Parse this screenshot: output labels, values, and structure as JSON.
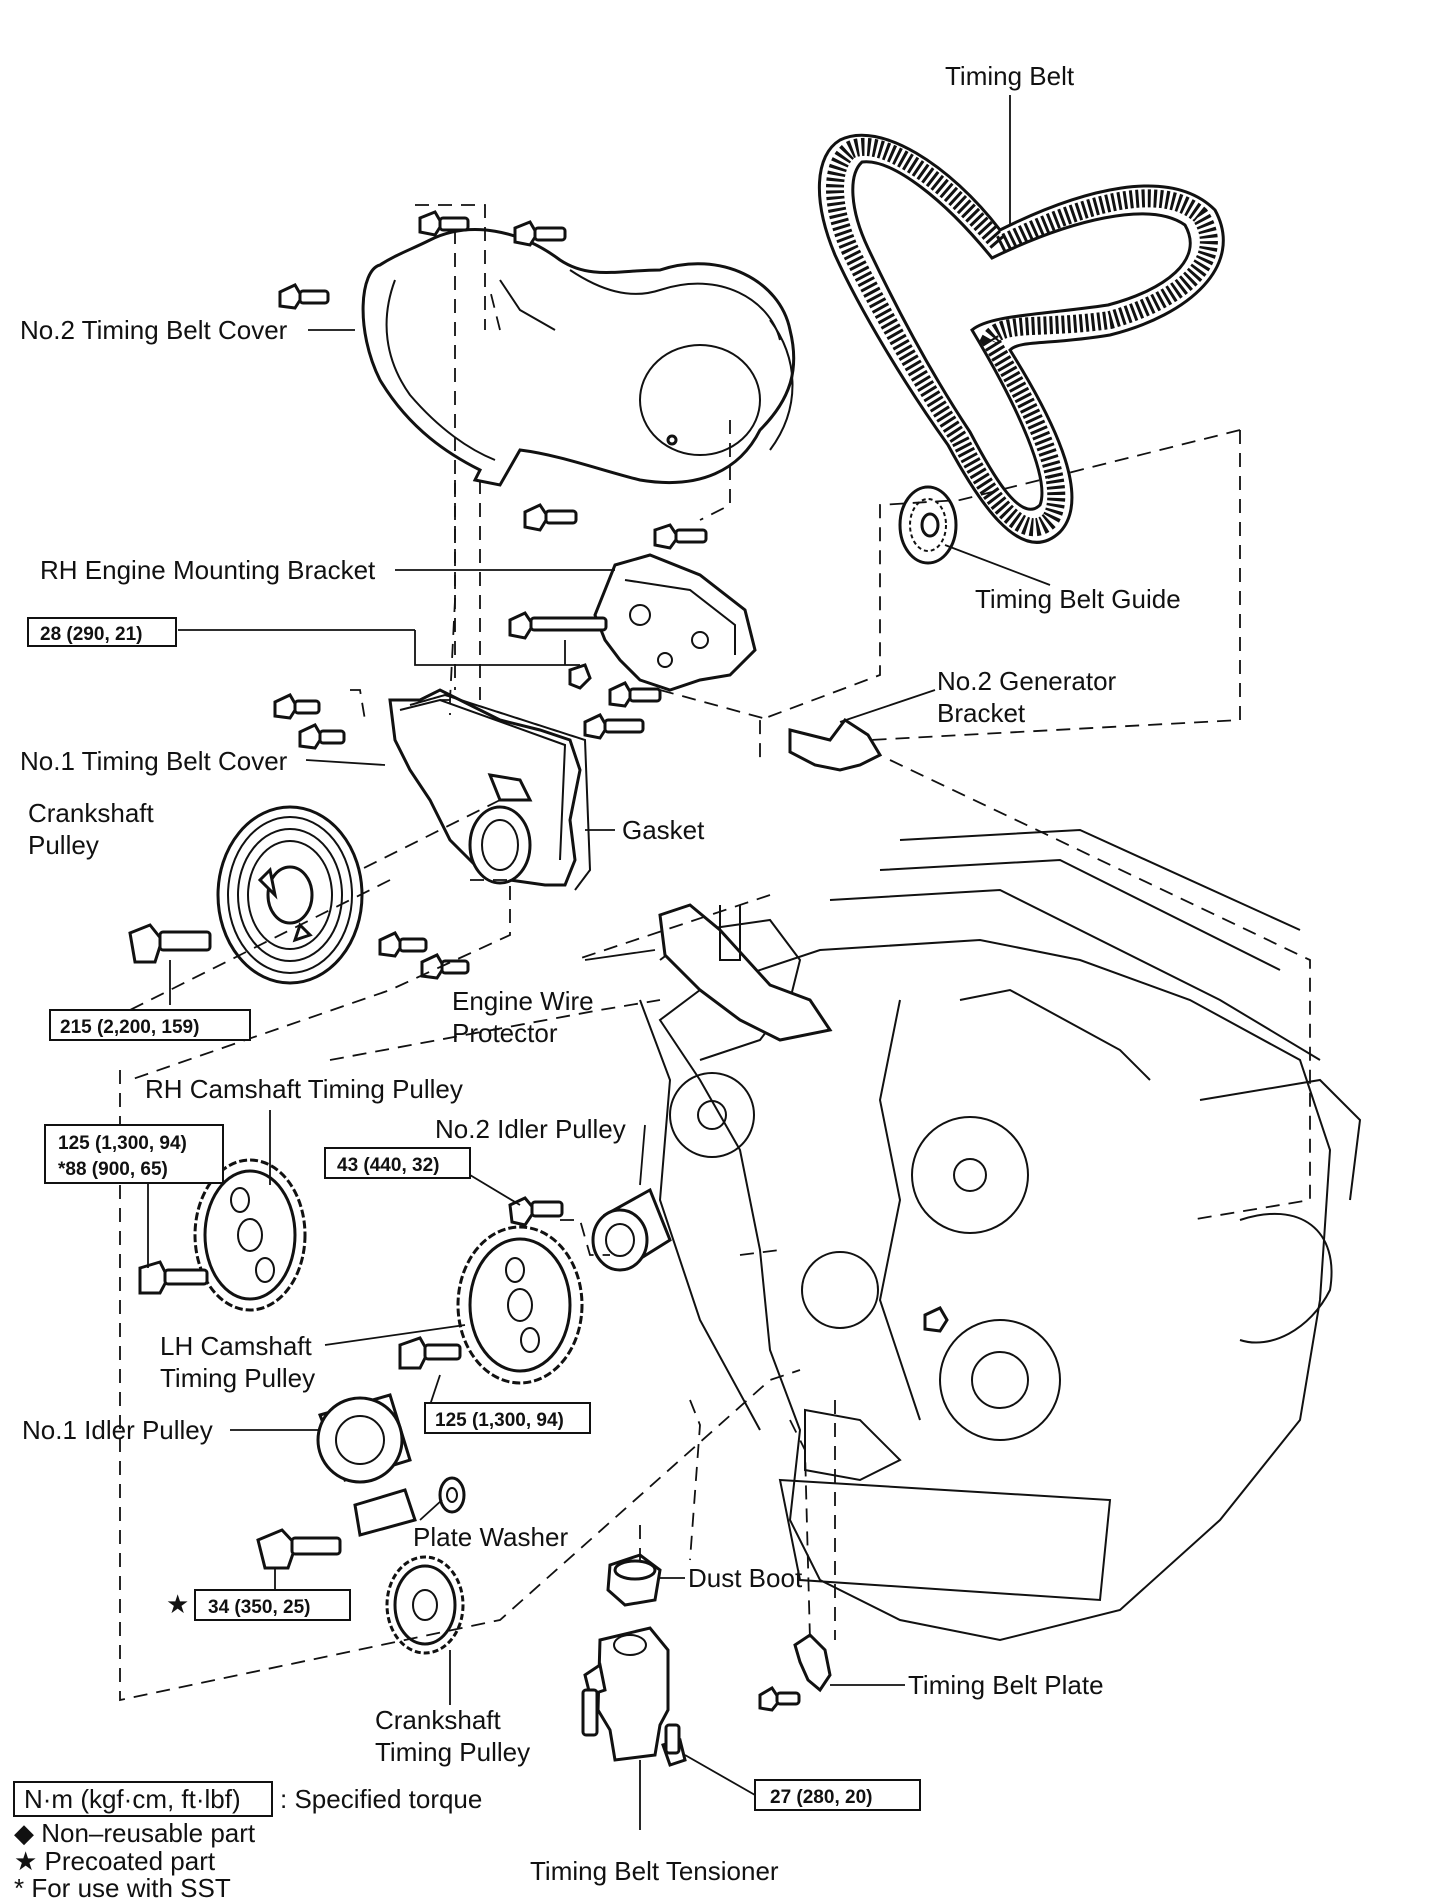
{
  "labels": {
    "timing_belt": "Timing Belt",
    "no2_cover": "No.2 Timing Belt Cover",
    "rh_bracket": "RH Engine Mounting Bracket",
    "belt_guide": "Timing Belt Guide",
    "gen_bracket_1": "No.2 Generator",
    "gen_bracket_2": "Bracket",
    "no1_cover": "No.1 Timing Belt Cover",
    "crank_pulley_1": "Crankshaft",
    "crank_pulley_2": "Pulley",
    "gasket": "Gasket",
    "wire_protector_1": "Engine Wire",
    "wire_protector_2": "Protector",
    "rh_cam": "RH Camshaft Timing Pulley",
    "no2_idler": "No.2 Idler Pulley",
    "lh_cam_1": "LH Camshaft",
    "lh_cam_2": "Timing Pulley",
    "no1_idler": "No.1 Idler Pulley",
    "plate_washer": "Plate Washer",
    "dust_boot": "Dust Boot",
    "belt_plate": "Timing Belt Plate",
    "crank_timing_1": "Crankshaft",
    "crank_timing_2": "Timing Pulley",
    "tensioner": "Timing Belt Tensioner"
  },
  "torques": {
    "bracket": "28 (290, 21)",
    "crank_bolt": "215 (2,200, 159)",
    "rh_cam_1": "125  (1,300, 94)",
    "rh_cam_2": "*88 (900, 65)",
    "idler2": "43 (440, 32)",
    "lh_cam": "125 (1,300, 94)",
    "idler1": "34 (350, 25)",
    "idler1_mark": "★",
    "tensioner": "27 (280, 20)"
  },
  "legend": {
    "unit": "N·m (kgf·cm, ft·lbf)",
    "unit_desc": ": Specified torque",
    "nonreusable": "◆ Non–reusable part",
    "precoated": "★ Precoated part",
    "sst": "* For use with SST"
  }
}
